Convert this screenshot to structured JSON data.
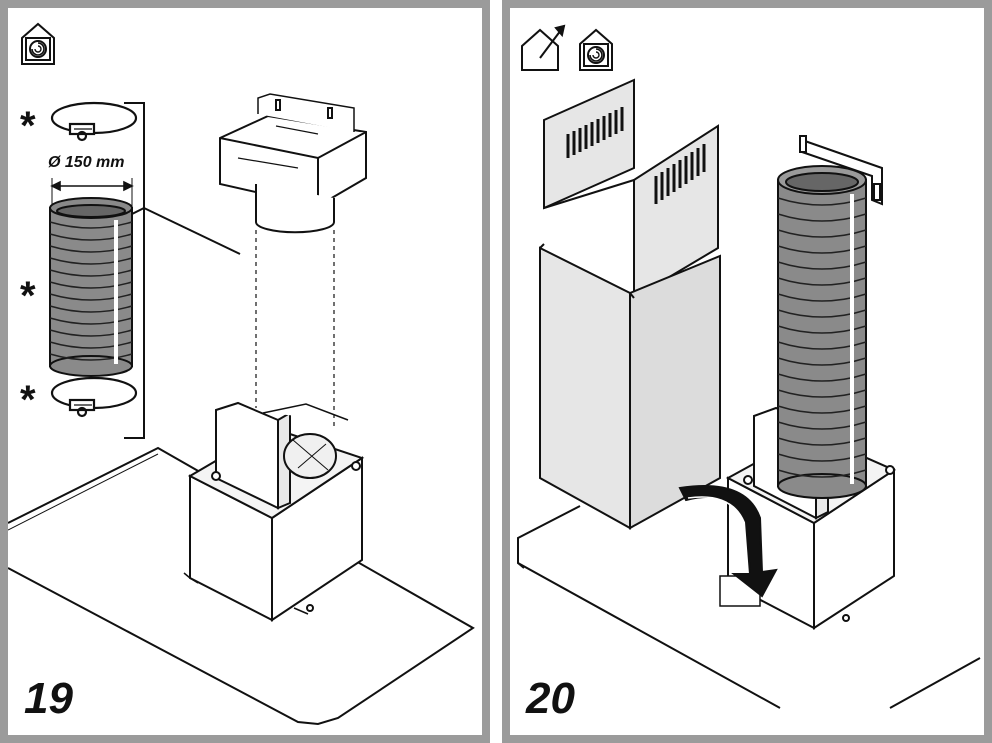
{
  "panels": [
    {
      "step": "19",
      "dimension_label": "Ø 150 mm",
      "mode_icons": [
        "recirculation-mode-icon"
      ],
      "component_marks": [
        "*",
        "*",
        "*"
      ]
    },
    {
      "step": "20",
      "mode_icons": [
        "extraction-mode-icon",
        "recirculation-mode-icon"
      ]
    }
  ],
  "colors": {
    "frame": "#9b9b9b",
    "line": "#111111",
    "duct": "#8a8a8a",
    "chimney": "#e6e6e6"
  }
}
